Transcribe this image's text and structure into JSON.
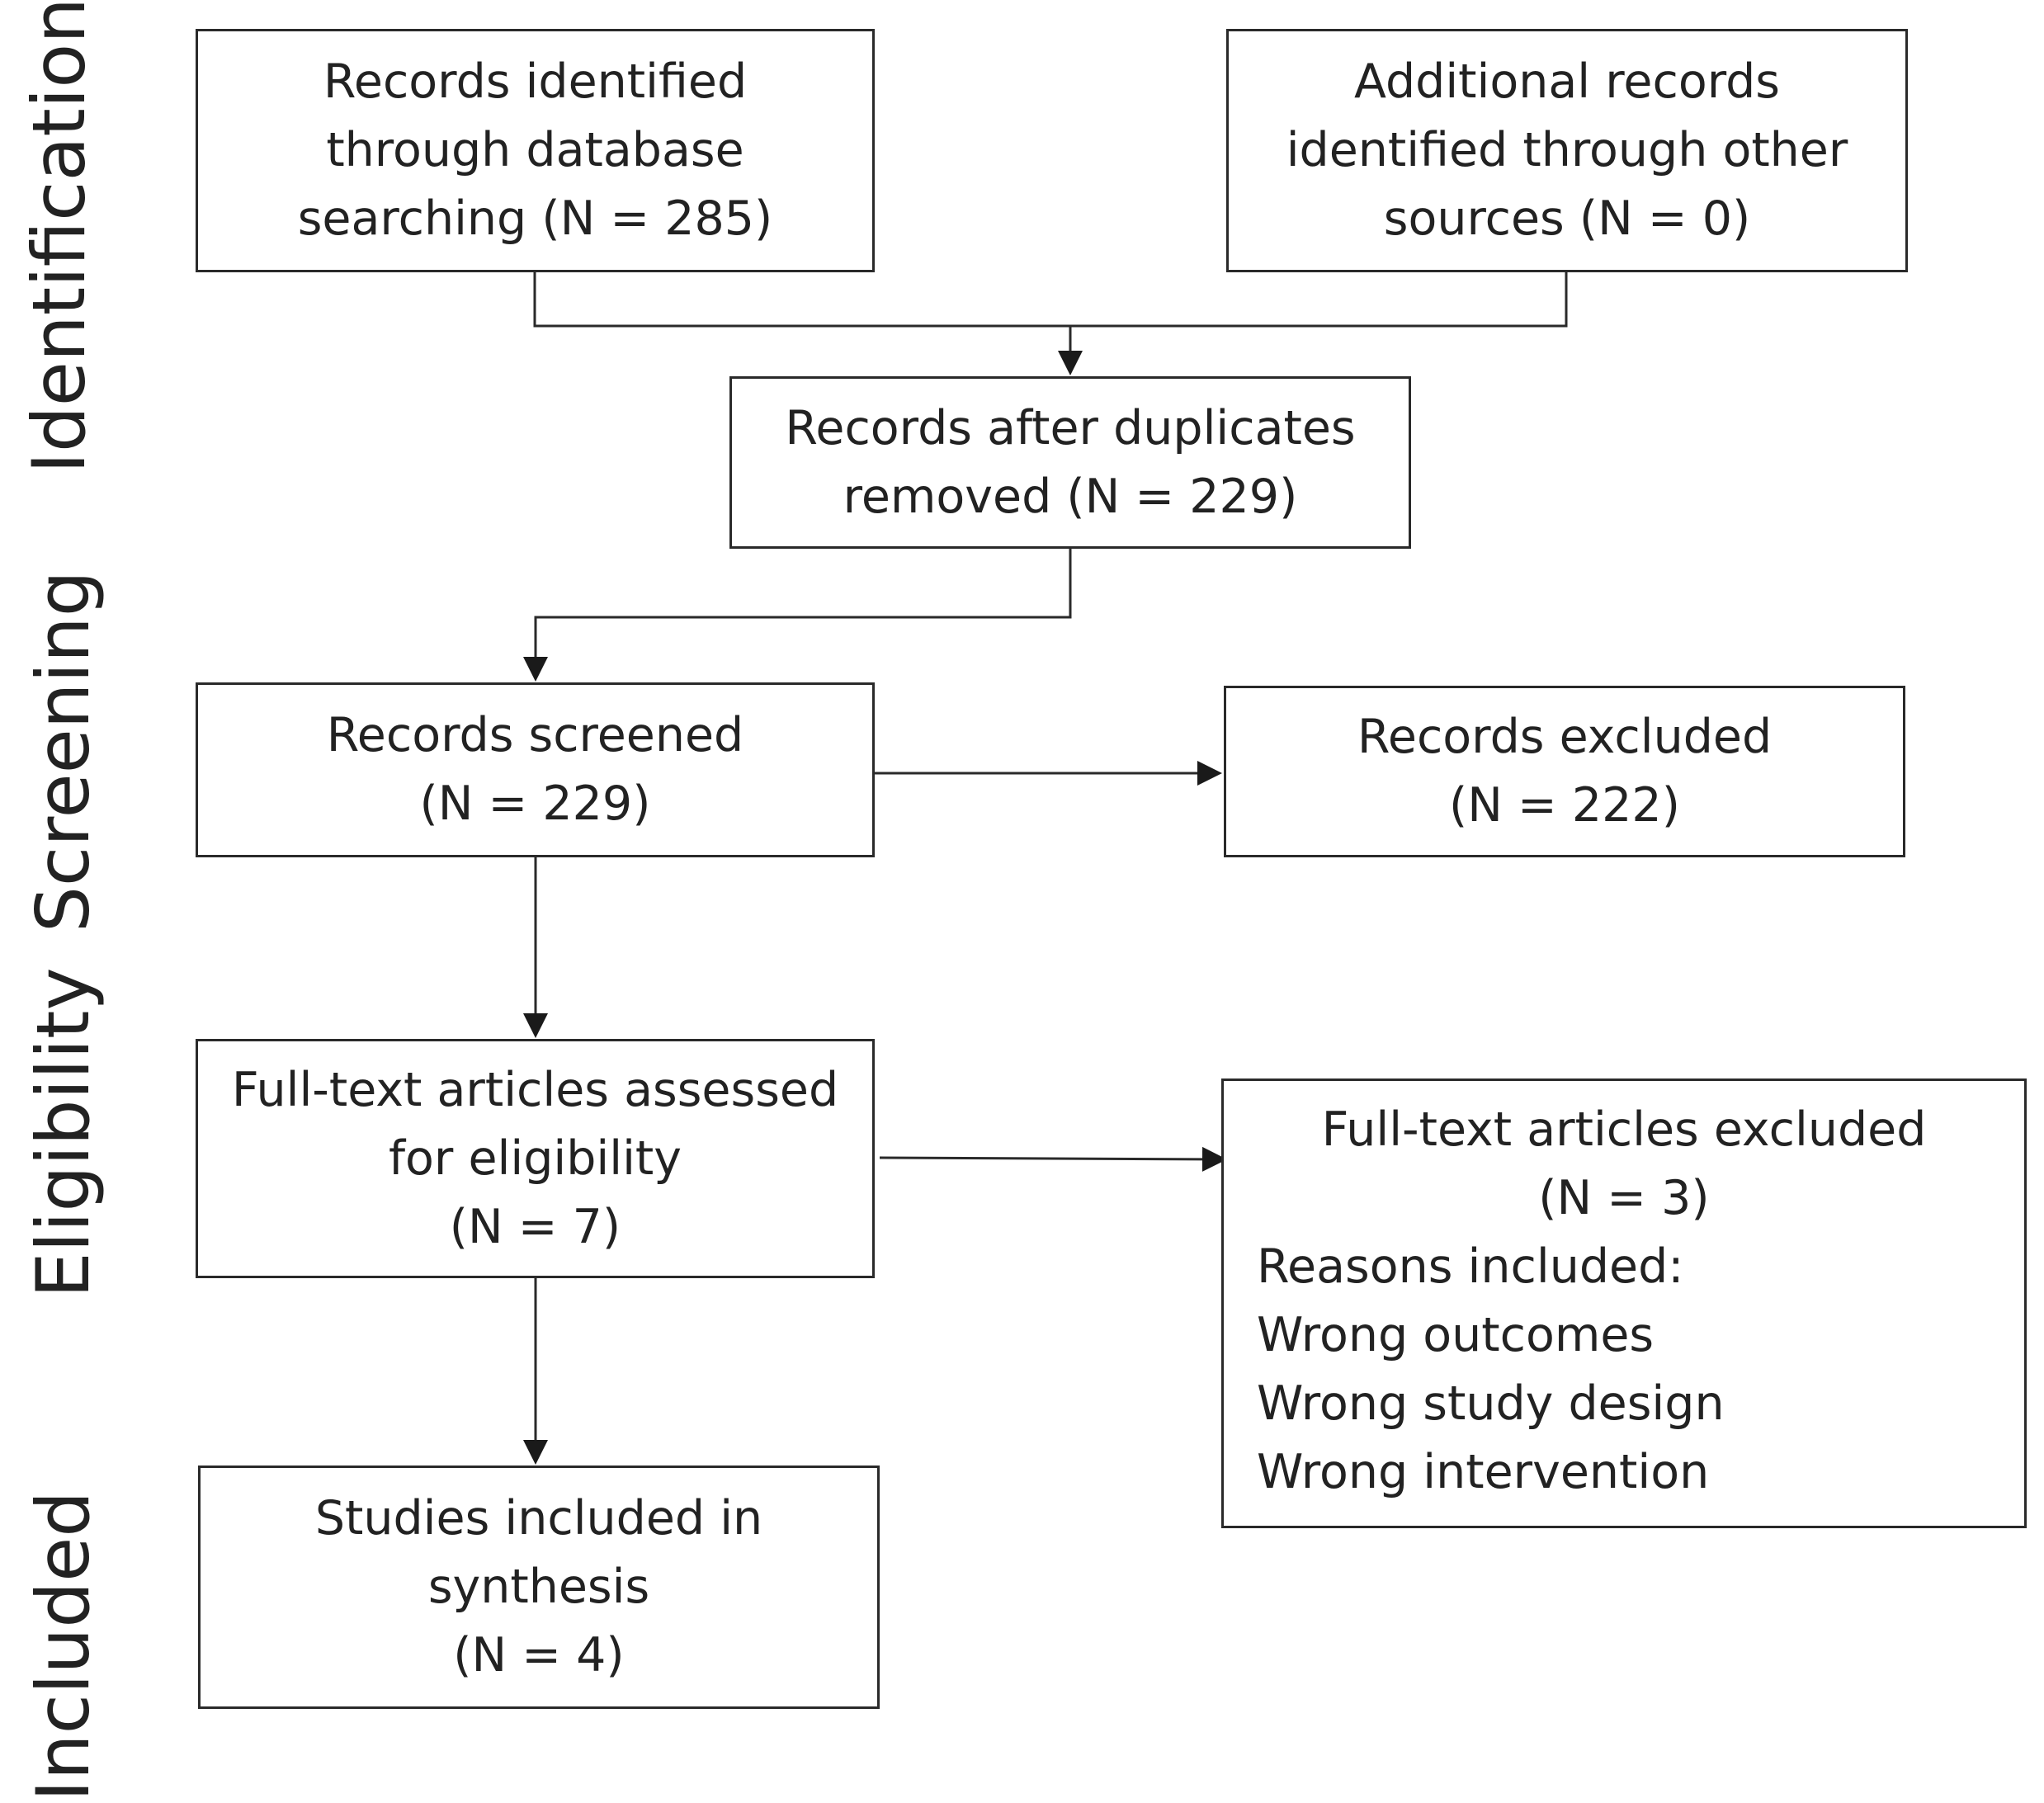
{
  "stages": {
    "identification": "Identification",
    "screening": "Screening",
    "eligibility": "Eligibility",
    "included": "Included"
  },
  "boxes": {
    "database": [
      "Records identified",
      "through database",
      "searching (N = 285)"
    ],
    "other_sources": [
      "Additional records",
      "identified through other",
      "sources (N = 0)"
    ],
    "after_duplicates": [
      "Records after duplicates",
      "removed (N = 229)"
    ],
    "screened": [
      "Records screened",
      "(N = 229)"
    ],
    "excluded": [
      "Records excluded",
      "(N = 222)"
    ],
    "full_text": [
      "Full-text articles assessed",
      "for eligibility",
      "(N = 7)"
    ],
    "full_text_excluded": {
      "title": "Full-text articles excluded",
      "count": "(N = 3)",
      "reasons_heading": "Reasons included:",
      "reasons": [
        "Wrong outcomes",
        "Wrong study design",
        "Wrong intervention"
      ]
    },
    "included": [
      "Studies included in",
      "synthesis",
      "(N = 4)"
    ]
  },
  "colors": {
    "line": "#2a2a2a",
    "text": "#222222",
    "background": "#ffffff"
  }
}
